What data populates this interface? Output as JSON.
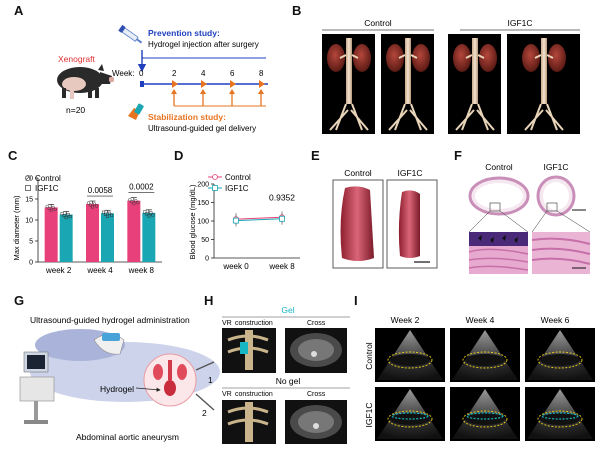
{
  "panels": {
    "A": "A",
    "B": "B",
    "C": "C",
    "D": "D",
    "E": "E",
    "F": "F",
    "G": "G",
    "H": "H",
    "I": "I"
  },
  "panel_a": {
    "xenograft": "Xenograft",
    "n": "n=20",
    "week_label": "Week:",
    "weeks": [
      "0",
      "2",
      "4",
      "6",
      "8"
    ],
    "prevention_title": "Prevention study:",
    "prevention_desc": "Hydrogel injection after surgery",
    "stabilization_title": "Stabilization study:",
    "stabilization_desc": "Ultrasound-guided gel delivery"
  },
  "panel_b": {
    "control": "Control",
    "igf1c": "IGF1C"
  },
  "panel_e": {
    "control": "Control",
    "igf1c": "IGF1C"
  },
  "panel_f": {
    "control": "Control",
    "igf1c": "IGF1C"
  },
  "panel_g": {
    "title": "Ultrasound-guided hydrogel administration",
    "hydrogel": "Hydrogel",
    "aaa": "Abdominal aortic aneurysm",
    "n1": "1",
    "n2": "2"
  },
  "panel_h": {
    "gel": "Gel",
    "no_gel": "No gel",
    "vr": "VR",
    "reconstruction": "construction",
    "cross": "Cross"
  },
  "panel_i": {
    "weeks": [
      "Week 2",
      "Week 4",
      "Week 6"
    ],
    "rows": [
      "Control",
      "IGF1C"
    ]
  },
  "colors": {
    "control": "#e8407a",
    "igf1c": "#1aa6b3",
    "prevention": "#1f3fbf",
    "stabilization": "#e8741f",
    "gel": "#17b6c4"
  },
  "chart_data": [
    {
      "type": "bar",
      "ylabel": "Max diameter (mm)",
      "categories": [
        "week 2",
        "week 4",
        "week 8"
      ],
      "ylim": [
        0,
        20
      ],
      "yticks": [
        "0",
        "5",
        "10",
        "15",
        "20"
      ],
      "series": [
        {
          "name": "Control",
          "values": [
            13.0,
            13.8,
            14.6
          ]
        },
        {
          "name": "IGF1C",
          "values": [
            11.3,
            11.6,
            11.7
          ]
        }
      ],
      "annotations": [
        "",
        "0.0058",
        "0.0002"
      ],
      "legend": "top-left"
    },
    {
      "type": "line",
      "ylabel": "Blood glucose (mg/dL)",
      "categories": [
        "week 0",
        "week 8"
      ],
      "ylim": [
        0,
        200
      ],
      "yticks": [
        "0",
        "50",
        "100",
        "150",
        "200"
      ],
      "series": [
        {
          "name": "Control",
          "values": [
            105,
            110
          ]
        },
        {
          "name": "IGF1C",
          "values": [
            101,
            106
          ]
        }
      ],
      "annotations": [
        "0.9352"
      ],
      "legend": "top-left"
    }
  ]
}
